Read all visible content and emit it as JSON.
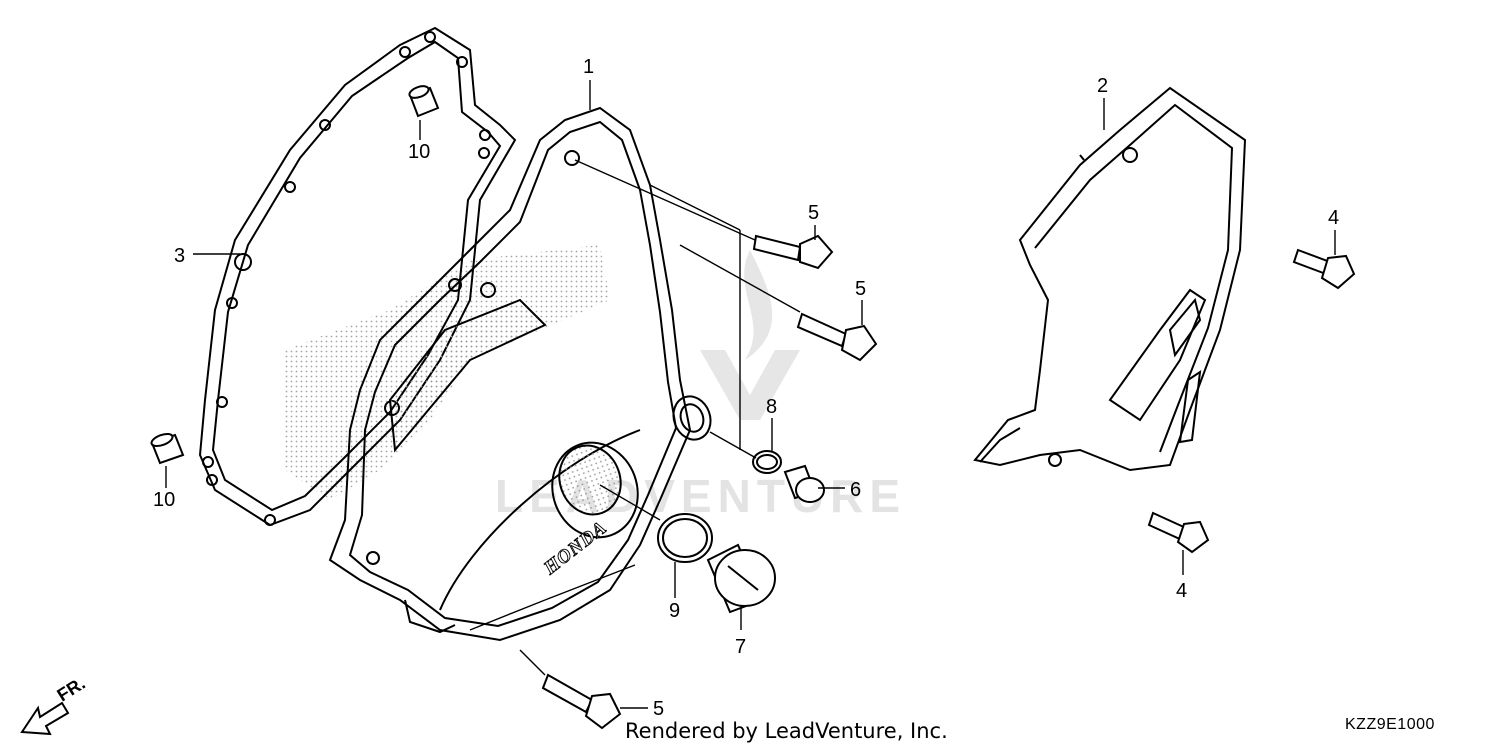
{
  "diagram": {
    "callouts": [
      {
        "key": "c1",
        "text": "1"
      },
      {
        "key": "c2",
        "text": "2"
      },
      {
        "key": "c3",
        "text": "3"
      },
      {
        "key": "c4a",
        "text": "4"
      },
      {
        "key": "c4b",
        "text": "4"
      },
      {
        "key": "c5a",
        "text": "5"
      },
      {
        "key": "c5b",
        "text": "5"
      },
      {
        "key": "c5c",
        "text": "5"
      },
      {
        "key": "c6",
        "text": "6"
      },
      {
        "key": "c7",
        "text": "7"
      },
      {
        "key": "c8",
        "text": "8"
      },
      {
        "key": "c9",
        "text": "9"
      },
      {
        "key": "c10a",
        "text": "10"
      },
      {
        "key": "c10b",
        "text": "10"
      }
    ],
    "cover_brand": "HONDA",
    "front_marker": "FR.",
    "watermark": "LEADVENTURE",
    "credit": "Rendered by LeadVenture, Inc.",
    "diagram_code": "KZZ9E1000"
  },
  "colors": {
    "line": "#000000",
    "watermark": "#e3e3e3",
    "stipple": "#9a9a9a"
  }
}
